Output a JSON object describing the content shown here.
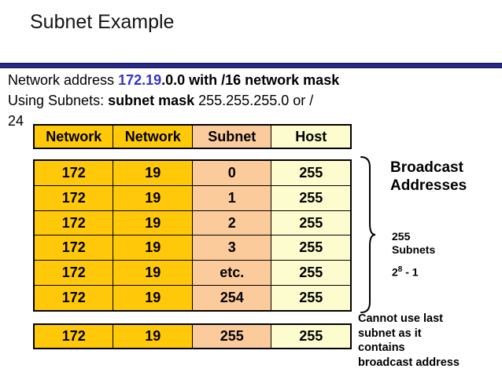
{
  "title": "Subnet Example",
  "intro": {
    "line1_prefix": "Network address ",
    "line1_highlight": "172.19",
    "line1_suffix": ".0.0 with /16 network mask",
    "line2_prefix": "Using Subnets: ",
    "line2_bold": "subnet mask",
    "line2_suffix": " 255.255.255.0 or /",
    "line3": "24"
  },
  "table": {
    "headers": [
      "Network",
      "Network",
      "Subnet",
      "Host"
    ],
    "rows": [
      [
        "172",
        "19",
        "0",
        "255"
      ],
      [
        "172",
        "19",
        "1",
        "255"
      ],
      [
        "172",
        "19",
        "2",
        "255"
      ],
      [
        "172",
        "19",
        "3",
        "255"
      ],
      [
        "172",
        "19",
        "etc.",
        "255"
      ],
      [
        "172",
        "19",
        "254",
        "255"
      ]
    ],
    "last_row": [
      "172",
      "19",
      "255",
      "255"
    ]
  },
  "annotations": {
    "broadcast_line1": "Broadcast",
    "broadcast_line2": "Addresses",
    "subnets_line1": "255",
    "subnets_line2": "Subnets",
    "formula": {
      "base": "2",
      "sup": "8",
      "rest": " - 1"
    },
    "cannot_lines": [
      "Cannot use last",
      "subnet as it",
      "contains",
      "broadcast address"
    ]
  },
  "colors": {
    "gold": "#FFC808",
    "peach": "#FCCB9B",
    "cream": "#FCFCCE",
    "highlight_blue": "#3333CC",
    "divider_navy": "#2E2E96"
  }
}
